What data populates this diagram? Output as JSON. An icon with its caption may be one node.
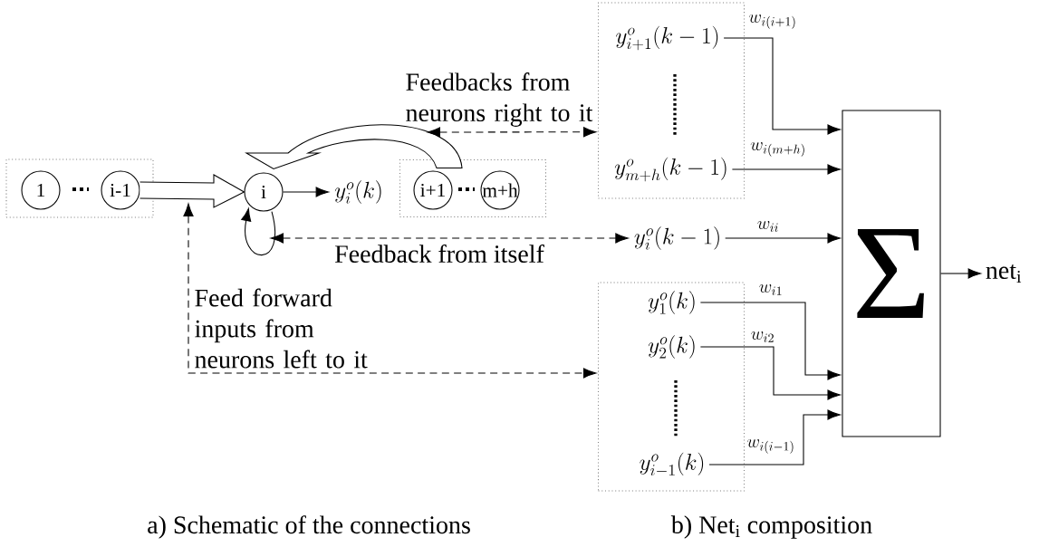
{
  "diagram": {
    "nodes": [
      {
        "text": [],
        "shape": "box"
      },
      {
        "text": [
          "1"
        ],
        "in": 0
      },
      {
        "text": [
          "i-1"
        ],
        "in": 0
      },
      {
        "text": [
          "i"
        ]
      },
      {
        "text": [
          "y_i^o(k)"
        ]
      },
      {
        "text": [],
        "shape": "box"
      },
      {
        "text": [
          "i+1"
        ],
        "in": 5
      },
      {
        "text": [
          "m+h"
        ],
        "in": 5
      },
      {
        "text": [],
        "shape": "box"
      },
      {
        "text": [
          "y_{i+1}^o(k-1)"
        ],
        "in": 8
      },
      {
        "text": [
          "y_{m+h}^o(k-1)"
        ],
        "in": 8
      },
      {
        "text": [
          "y_i^o(k-1)"
        ]
      },
      {
        "text": [],
        "shape": "box"
      },
      {
        "text": [
          "y_1^o(k)"
        ],
        "in": 12
      },
      {
        "text": [
          "y_2^o(k)"
        ],
        "in": 12
      },
      {
        "text": [
          "y_{i-1}^o(k)"
        ],
        "in": 12
      },
      {
        "text": [
          "Σ"
        ]
      },
      {
        "text": [
          "net$_{i}$"
        ]
      }
    ],
    "edges": [
      {
        "from": 2,
        "to": 3,
        "arrow": "to",
        "style": "thick"
      },
      {
        "from": 6,
        "to": 3,
        "arrow": "to",
        "style": "thick"
      },
      {
        "from": 3,
        "to": 4,
        "arrow": "to"
      },
      {
        "from": 3,
        "to": 3,
        "arrow": "to"
      },
      {
        "from": null,
        "to": 8,
        "arrow": "both",
        "style": "dashed",
        "label": "Feedbacks from neurons right to it"
      },
      {
        "from": null,
        "to": 11,
        "arrow": "both",
        "style": "dashed",
        "label": "Feedback from itself"
      },
      {
        "from": null,
        "to": 12,
        "arrow": "both",
        "style": "dashed",
        "label": "Feed forward inputs from neurons left to it"
      },
      {
        "from": 9,
        "to": 16,
        "arrow": "to",
        "label": "w_{i(i+1)}"
      },
      {
        "from": 10,
        "to": 16,
        "arrow": "to",
        "label": "w_{i(m+h)}"
      },
      {
        "from": 11,
        "to": 16,
        "arrow": "to",
        "label": "w_{ii}"
      },
      {
        "from": 13,
        "to": 16,
        "arrow": "to",
        "label": "w_{i1}"
      },
      {
        "from": 14,
        "to": 16,
        "arrow": "to",
        "label": "w_{i2}"
      },
      {
        "from": 15,
        "to": 16,
        "arrow": "to",
        "label": "w_{i(i-1)}"
      },
      {
        "from": 16,
        "to": 17,
        "arrow": "to"
      }
    ],
    "labels": [
      "a) Schematic of the connections",
      "b) Net$_{i}$ composition"
    ]
  }
}
